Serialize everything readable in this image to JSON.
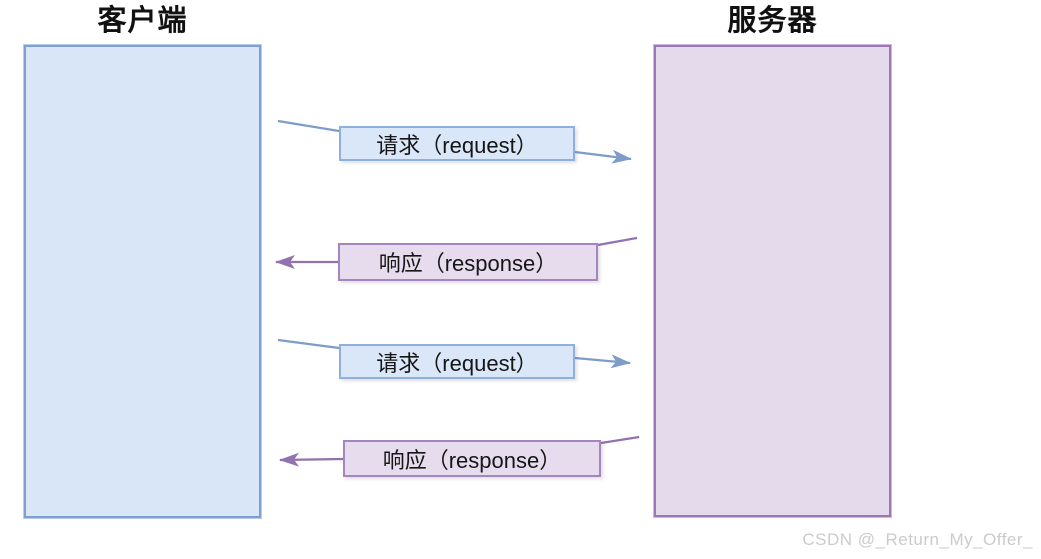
{
  "diagram": {
    "client": {
      "title": "客户端"
    },
    "server": {
      "title": "服务器"
    },
    "messages": [
      {
        "label": "请求（request）",
        "type": "request",
        "direction": "client-to-server"
      },
      {
        "label": "响应（response）",
        "type": "response",
        "direction": "server-to-client"
      },
      {
        "label": "请求（request）",
        "type": "request",
        "direction": "client-to-server"
      },
      {
        "label": "响应（response）",
        "type": "response",
        "direction": "server-to-client"
      }
    ],
    "colors": {
      "client_fill": "#d9e6f8",
      "client_border": "#7f9ed1",
      "server_fill": "#e4daec",
      "server_border": "#9c77b6",
      "request_label_fill": "#d9e7f9",
      "request_label_border": "#8fb0dc",
      "request_arrow": "#7d9cc9",
      "response_label_fill": "#e6dcee",
      "response_label_border": "#a585c0",
      "response_arrow": "#9171ae",
      "background": "#ffffff"
    }
  },
  "watermark": {
    "text": "CSDN @_Return_My_Offer_"
  }
}
